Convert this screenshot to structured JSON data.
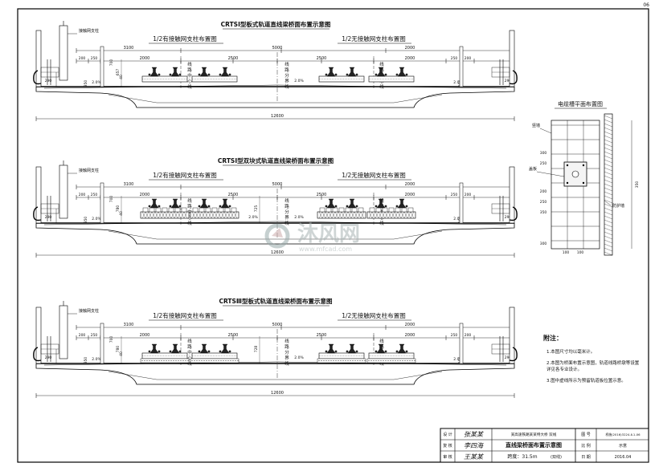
{
  "sheet": {
    "page_number": "06",
    "dimensions_common": {
      "d3100": "3100",
      "d5000": "5000",
      "d2000": "2000",
      "d2500": "2500",
      "d200": "200",
      "d250": "250",
      "d100": "100",
      "d350": "350",
      "d290": "290",
      "d700": "700",
      "d40": "40",
      "d12600": "12600",
      "slope": "2.0%"
    },
    "labels": {
      "pole_left": "接触网支柱",
      "half_with": "1/2有接触网支柱布置图",
      "half_without": "1/2无接触网支柱布置图",
      "centerline": "线路中心线",
      "divider": "线路分界线"
    }
  },
  "sections": [
    {
      "title": "CRTSⅠ型板式轨道直线梁桥面布置示意图",
      "sub_dims": {
        "h657": "657"
      }
    },
    {
      "title": "CRTSⅠ型双块式轨道直线梁桥面布置示意图",
      "sub_dims": {
        "h780": "780",
        "h725": "725"
      }
    },
    {
      "title": "CRTSⅢ型板式轨道直线梁桥面布置示意图",
      "sub_dims": {
        "h780": "780",
        "h728": "728"
      }
    }
  ],
  "cable_trough": {
    "title": "电缆槽平面布置图",
    "label_vertical": "竖墙",
    "label_cover": "盖板",
    "label_guard": "防护墙",
    "dims": {
      "d300": "300",
      "d250": "250",
      "d200": "200",
      "d350": "350",
      "d100": "100"
    }
  },
  "notes": {
    "title": "附注：",
    "items": [
      "1.本图尺寸均以毫米计。",
      "2.本图为桥面布置示意图，轨道线路桥墩等设置",
      "   详见各专业设计。",
      "3.图中虚线所示为预留轨道板位置示意。"
    ]
  },
  "title_block": {
    "row_labels": [
      "设 计",
      "复 核",
      "审 核"
    ],
    "signatures": [
      "张某某",
      "李四海",
      "王某某"
    ],
    "project": "某高速铁路某某特大桥 双线",
    "drawing_title": "直线梁桥面布置示意图",
    "span_text": "跨度：31.5m",
    "line_text": "(双线)",
    "tag_number": "图 号",
    "tag_number_val": "桥施(2016)3224-Ⅱ-1-06",
    "tag_scale": "比 例",
    "tag_scale_val": "示意",
    "tag_date": "日 期",
    "tag_date_val": "2016.04"
  },
  "watermark": {
    "text": "沐风网",
    "url": "www.mfcad.com"
  }
}
